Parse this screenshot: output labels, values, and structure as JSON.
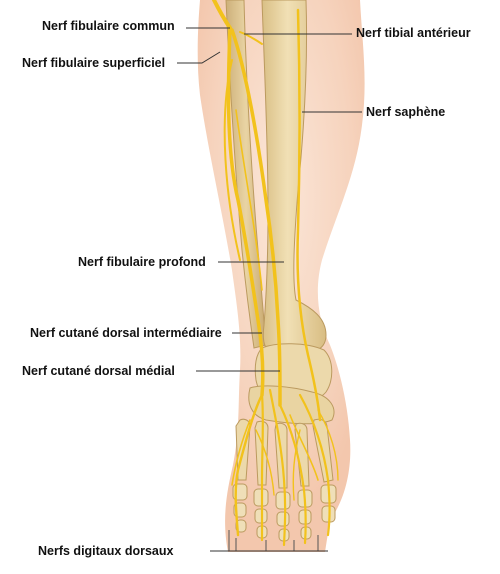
{
  "diagram": {
    "labels": {
      "common_fibular": "Nerf fibulaire commun",
      "superficial_fibular": "Nerf fibulaire superficiel",
      "anterior_tibial": "Nerf tibial antérieur",
      "saphenous": "Nerf saphène",
      "deep_fibular": "Nerf fibulaire profond",
      "intermediate_dorsal_cutaneous": "Nerf cutané dorsal intermédiaire",
      "medial_dorsal_cutaneous": "Nerf cutané dorsal médial",
      "dorsal_digital": "Nerfs digitaux dorsaux"
    },
    "colors": {
      "skin": "#f6d3bd",
      "bone": "#ead6a8",
      "bone_edge": "#c9ad72",
      "nerve": "#f2c21c",
      "nerve_edge": "#c99a08",
      "leader": "#333333"
    }
  }
}
